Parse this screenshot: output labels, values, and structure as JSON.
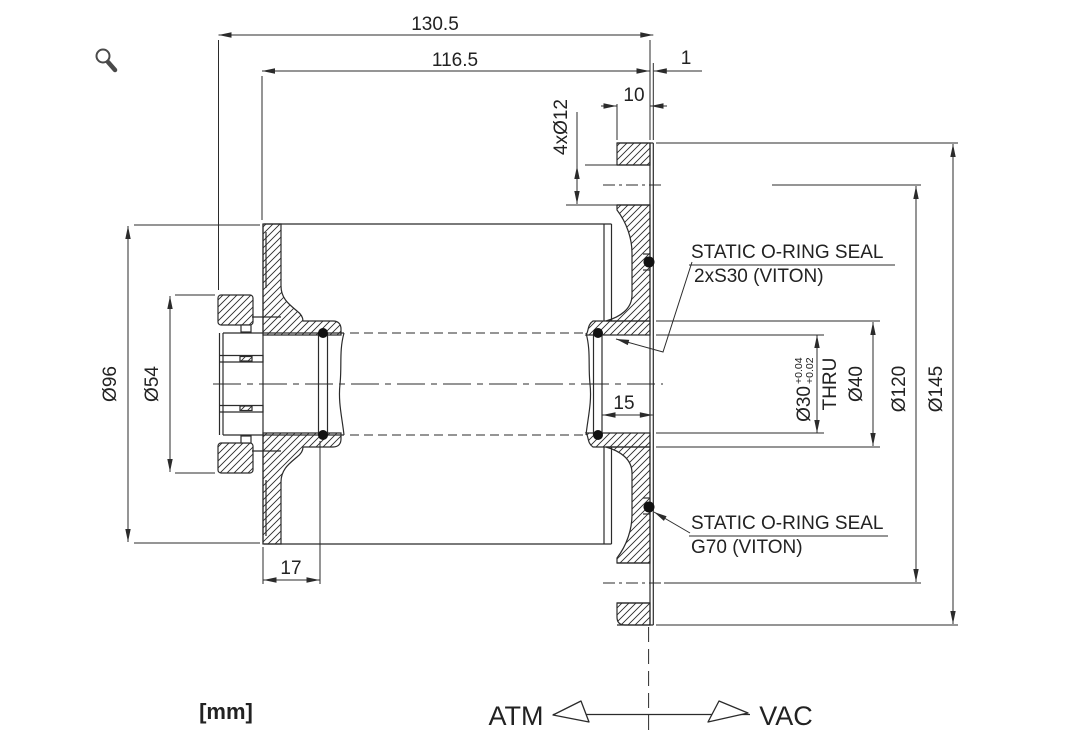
{
  "drawing": {
    "units_note": "[mm]",
    "flow_labels": {
      "left": "ATM",
      "right": "VAC"
    },
    "dimensions": {
      "overall_length": "130.5",
      "body_length": "116.5",
      "face_offset": "1",
      "flange_thickness": "10",
      "bolt_pattern": "4xØ12",
      "tube_od": "Ø96",
      "nut_od": "Ø54",
      "nut_depth": "17",
      "bore_depth": "15",
      "bore_dia": "Ø30",
      "bore_tol_upper": "+0.04",
      "bore_tol_lower": "+0.02",
      "bore_note": "THRU",
      "counterbore_dia": "Ø40",
      "bolt_circle_dia": "Ø120",
      "flange_od": "Ø145"
    },
    "callouts": {
      "seal_s30": {
        "line1": "STATIC O-RING SEAL",
        "line2": "2xS30 (VITON)"
      },
      "seal_g70": {
        "line1": "STATIC O-RING SEAL",
        "line2": "G70 (VITON)"
      }
    },
    "colors": {
      "line": "#2b2b2b",
      "background": "#ffffff"
    }
  }
}
